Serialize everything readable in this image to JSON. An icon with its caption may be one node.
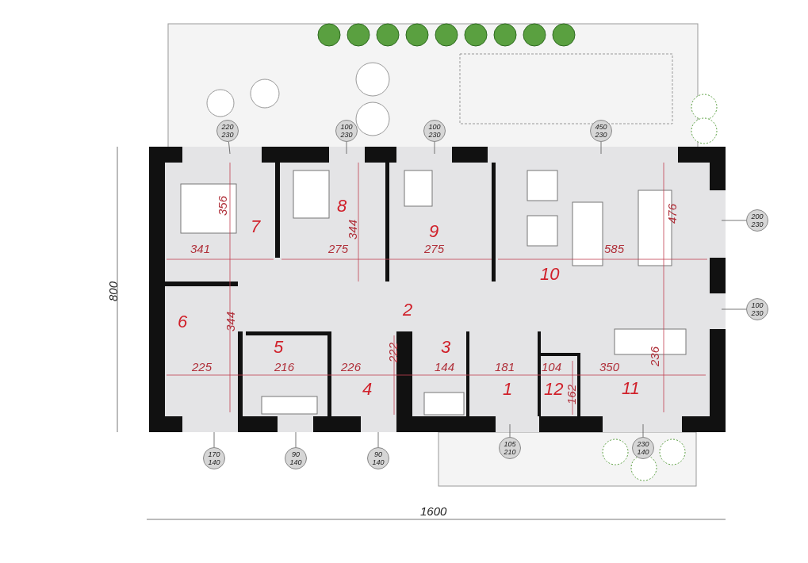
{
  "diagram": {
    "nodes": [
      {
        "text": [
          "7"
        ]
      },
      {
        "text": [
          "8"
        ]
      },
      {
        "text": [
          "9"
        ]
      },
      {
        "text": [
          "10"
        ]
      },
      {
        "text": [
          "2"
        ]
      },
      {
        "text": [
          "6"
        ]
      },
      {
        "text": [
          "5"
        ]
      },
      {
        "text": [
          "4"
        ]
      },
      {
        "text": [
          "3"
        ]
      },
      {
        "text": [
          "1"
        ]
      },
      {
        "text": [
          "12"
        ]
      },
      {
        "text": [
          "11"
        ]
      },
      {
        "text": [
          "220 230"
        ]
      },
      {
        "text": [
          "100 230"
        ]
      },
      {
        "text": [
          "100 230"
        ]
      },
      {
        "text": [
          "450 230"
        ]
      },
      {
        "text": [
          "200 230"
        ]
      },
      {
        "text": [
          "100 230"
        ]
      },
      {
        "text": [
          "170 140"
        ]
      },
      {
        "text": [
          "90 140"
        ]
      },
      {
        "text": [
          "90 140"
        ]
      },
      {
        "text": [
          "105 210"
        ]
      },
      {
        "text": [
          "230 140"
        ]
      }
    ],
    "edges": [
      {
        "from": 12,
        "to": null,
        "arrow": "none"
      },
      {
        "from": 13,
        "to": null,
        "arrow": "none"
      },
      {
        "from": 14,
        "to": null,
        "arrow": "none"
      },
      {
        "from": 15,
        "to": null,
        "arrow": "none"
      },
      {
        "from": 16,
        "to": null,
        "arrow": "none"
      },
      {
        "from": 17,
        "to": null,
        "arrow": "none"
      },
      {
        "from": 18,
        "to": null,
        "arrow": "none"
      },
      {
        "from": 19,
        "to": null,
        "arrow": "none"
      },
      {
        "from": 20,
        "to": null,
        "arrow": "none"
      },
      {
        "from": 21,
        "to": null,
        "arrow": "none"
      },
      {
        "from": 22,
        "to": null,
        "arrow": "none"
      }
    ],
    "labels": [
      "356",
      "476",
      "344",
      "341",
      "275",
      "275",
      "585",
      "800",
      "344",
      "222",
      "236",
      "225",
      "216",
      "226",
      "144",
      "181",
      "104",
      "350",
      "162",
      "1600"
    ]
  }
}
